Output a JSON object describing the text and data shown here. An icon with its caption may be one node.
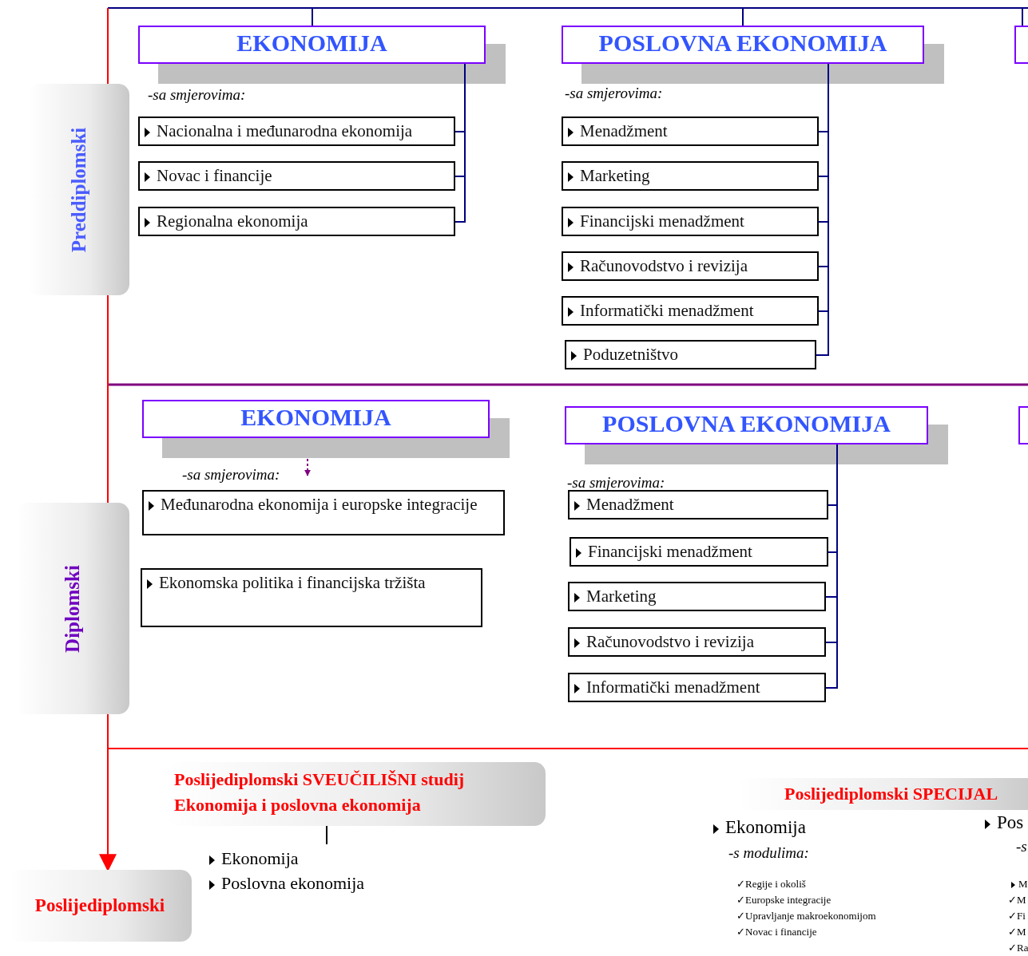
{
  "diagram": {
    "nodes": [
      {
        "text": [
          "Preddiplomski"
        ]
      },
      {
        "text": [
          "EKONOMIJA"
        ]
      },
      {
        "text": [
          "POSLOVNA EKONOMIJA"
        ]
      },
      {
        "text": [],
        "shape": "box"
      },
      {
        "text": [
          "Nacionalna i međunarodna ekonomija"
        ]
      },
      {
        "text": [
          "Novac i financije"
        ]
      },
      {
        "text": [
          "Regionalna ekonomija"
        ]
      },
      {
        "text": [
          "Menadžment"
        ]
      },
      {
        "text": [
          "Marketing"
        ]
      },
      {
        "text": [
          "Financijski menadžment"
        ]
      },
      {
        "text": [
          "Računovodstvo i revizija"
        ]
      },
      {
        "text": [
          "Informatički menadžment"
        ]
      },
      {
        "text": [
          "Poduzetništvo"
        ]
      },
      {
        "text": [
          "Diplomski"
        ]
      },
      {
        "text": [
          "EKONOMIJA"
        ]
      },
      {
        "text": [
          "POSLOVNA EKONOMIJA"
        ]
      },
      {
        "text": [],
        "shape": "box"
      },
      {
        "text": [
          "Međunarodna ekonomija i europske integracije"
        ]
      },
      {
        "text": [
          "Ekonomska politika i financijska tržišta"
        ]
      },
      {
        "text": [
          "Menadžment"
        ]
      },
      {
        "text": [
          "Financijski menadžment"
        ]
      },
      {
        "text": [
          "Marketing"
        ]
      },
      {
        "text": [
          "Računovodstvo i revizija"
        ]
      },
      {
        "text": [
          "Informatički menadžment"
        ]
      },
      {
        "text": [
          "Poslijediplomski"
        ]
      },
      {
        "text": [
          "Poslijediplomski SVEUČILIŠNI studij Ekonomija i poslovna ekonomija"
        ]
      },
      {
        "text": [
          "Poslijediplomski SPECIJAL"
        ]
      },
      {
        "text": [
          "Ekonomija",
          "Poslovna ekonomija"
        ]
      }
    ],
    "edges": [
      {
        "from": null,
        "to": 24,
        "arrow": "to",
        "color": "#ff0000"
      },
      {
        "from": null,
        "to": 1,
        "arrow": "none"
      },
      {
        "from": null,
        "to": 2,
        "arrow": "none"
      },
      {
        "from": null,
        "to": 3,
        "arrow": "none"
      },
      {
        "from": 1,
        "to": 4,
        "arrow": "none"
      },
      {
        "from": 1,
        "to": 5,
        "arrow": "none"
      },
      {
        "from": 1,
        "to": 6,
        "arrow": "none"
      },
      {
        "from": 2,
        "to": 7,
        "arrow": "none"
      },
      {
        "from": 2,
        "to": 8,
        "arrow": "none"
      },
      {
        "from": 2,
        "to": 9,
        "arrow": "none"
      },
      {
        "from": 2,
        "to": 10,
        "arrow": "none"
      },
      {
        "from": 2,
        "to": 11,
        "arrow": "none"
      },
      {
        "from": 2,
        "to": 12,
        "arrow": "none"
      },
      {
        "from": 14,
        "to": 17,
        "arrow": "to",
        "style": "dashed",
        "color": "#800080"
      },
      {
        "from": 15,
        "to": 19,
        "arrow": "none"
      },
      {
        "from": 15,
        "to": 20,
        "arrow": "none"
      },
      {
        "from": 15,
        "to": 21,
        "arrow": "none"
      },
      {
        "from": 15,
        "to": 22,
        "arrow": "none"
      },
      {
        "from": 15,
        "to": 23,
        "arrow": "none"
      },
      {
        "from": 25,
        "to": 27,
        "arrow": "none",
        "color": "#000000"
      }
    ],
    "labels": [
      "-sa smjerovima:",
      "-sa smjerovima:",
      "-sa smjerovima:",
      "-sa smjerovima:",
      "Ekonomija",
      "-s modulima:",
      "✓Regije i okoliš",
      "✓Europske integracije",
      "✓Upravljanje makroekonomijom",
      "✓Novac i financije",
      "Pos",
      "-s",
      "M",
      "✓M",
      "✓Fi",
      "✓M",
      "✓Ra"
    ]
  }
}
